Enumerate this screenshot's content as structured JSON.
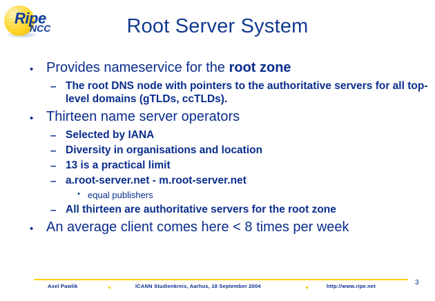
{
  "slide": {
    "title": "Root Server System",
    "page_number": "3",
    "colors": {
      "text_blue": "#0a2d8c",
      "title_blue": "#123a8f",
      "accent_yellow": "#ffcc00",
      "logo_blue": "#0b3a9c"
    }
  },
  "logo": {
    "name": "Ripe",
    "sub": "NCC"
  },
  "content": [
    {
      "level": 1,
      "bullet": "•",
      "parts": [
        {
          "text": "Provides nameservice for the ",
          "bold": false
        },
        {
          "text": "root zone",
          "bold": true
        }
      ]
    },
    {
      "level": 2,
      "bullet": "–",
      "text": "The root DNS node with pointers to the authoritative servers for all top-level domains (gTLDs, ccTLDs)."
    },
    {
      "level": 1,
      "bullet": "•",
      "text": "Thirteen name server operators"
    },
    {
      "level": 2,
      "bullet": "–",
      "text": "Selected by IANA"
    },
    {
      "level": 2,
      "bullet": "–",
      "text": "Diversity in organisations and location"
    },
    {
      "level": 2,
      "bullet": "–",
      "text": "13 is a practical limit"
    },
    {
      "level": 2,
      "bullet": "–",
      "text": "a.root-server.net - m.root-server.net"
    },
    {
      "level": 3,
      "bullet": "•",
      "text": "equal publishers"
    },
    {
      "level": 2,
      "bullet": "–",
      "text": "All thirteen are authoritative servers for the root zone"
    },
    {
      "level": 1,
      "bullet": "•",
      "text": "An average client comes here < 8 times per week"
    }
  ],
  "footer": {
    "author": "Axel Pawlik",
    "event": "ICANN Studienkreis, Aarhus, 18 September 2004",
    "url": "http://www.ripe.net",
    "separator": ""
  }
}
